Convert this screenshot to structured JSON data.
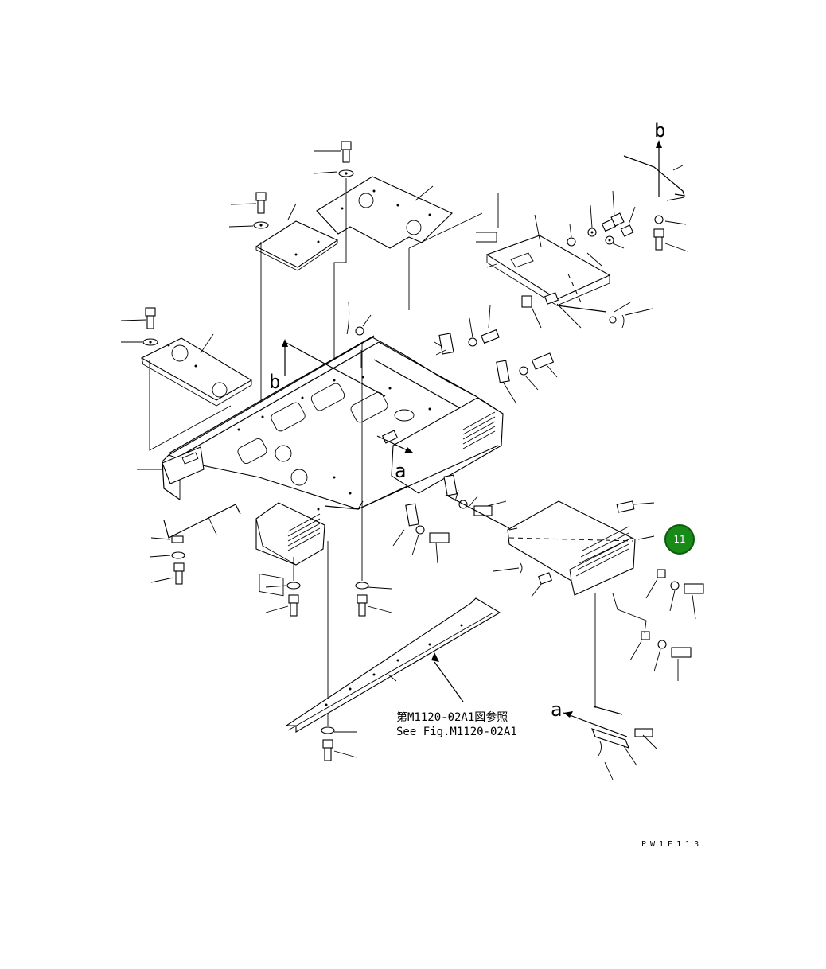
{
  "diagram": {
    "direction_labels": {
      "arrow_a_1": "a",
      "arrow_a_2": "a",
      "arrow_b_1": "b",
      "arrow_b_2": "b"
    },
    "reference_note": {
      "line_jp": "第M1120-02A1図参照",
      "line_en": "See Fig.M1120-02A1"
    },
    "drawing_code": "PW1E113",
    "callout": {
      "number": "11",
      "color": "#178a17"
    }
  }
}
